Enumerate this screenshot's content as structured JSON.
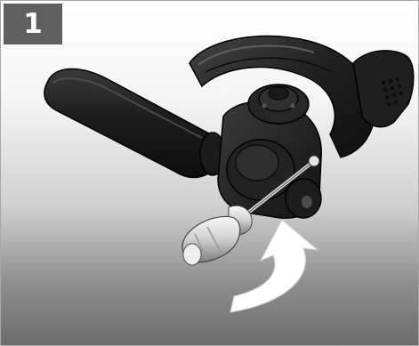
{
  "step": {
    "number": "1"
  },
  "illustration": {
    "subject": "angle-grinder",
    "tool": "pin-spanner",
    "rotation_direction": "counter-clockwise",
    "colors": {
      "background_top": "#ffffff",
      "background_bottom": "#6c6c6c",
      "badge": "#5f5f5f",
      "grinder_body": "#1e1e1e",
      "arrow": "#ffffff"
    }
  }
}
